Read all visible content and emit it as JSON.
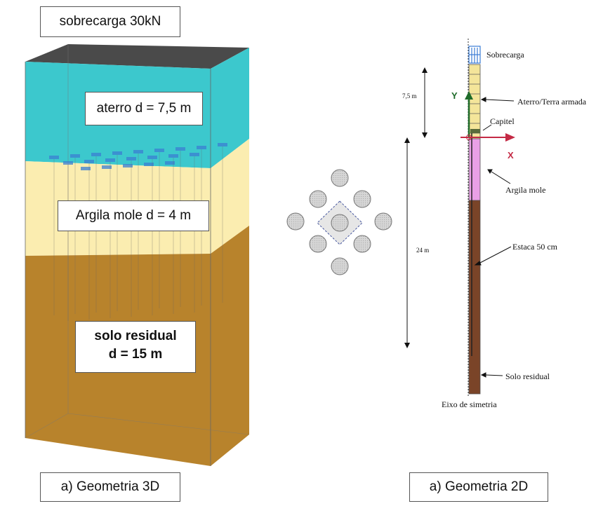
{
  "left_panel": {
    "surcharge_label": "sobrecarga 30kN",
    "layers": [
      {
        "label": "aterro d = 7,5 m",
        "color": "#3cc8cd"
      },
      {
        "label": "Argila mole d = 4 m",
        "color": "#fbedb0"
      },
      {
        "label_line1": "solo residual",
        "label_line2": "d = 15 m",
        "color": "#b8832c"
      }
    ],
    "caption": "a) Geometria 3D"
  },
  "right_panel": {
    "labels": {
      "sobrecarga": "Sobrecarga",
      "aterro": "Aterro/Terra armada",
      "capitel": "Capitel",
      "argila": "Argila mole",
      "estaca": "Estaca 50 cm",
      "solo": "Solo residual",
      "eixo": "Eixo de simetria"
    },
    "dimensions": {
      "fill_height": "7,5 m",
      "pile_length": "24 m"
    },
    "axes": {
      "y": "Y",
      "x": "X"
    },
    "caption": "a) Geometria 2D"
  },
  "colors": {
    "fill_2d": "#f4e59a",
    "clay_2d": "#e9a0e6",
    "residual_2d": "#7a4428",
    "axis_y": "#1e6b2a",
    "axis_x": "#c42a45",
    "pile_dot": "#c8c8c8"
  }
}
